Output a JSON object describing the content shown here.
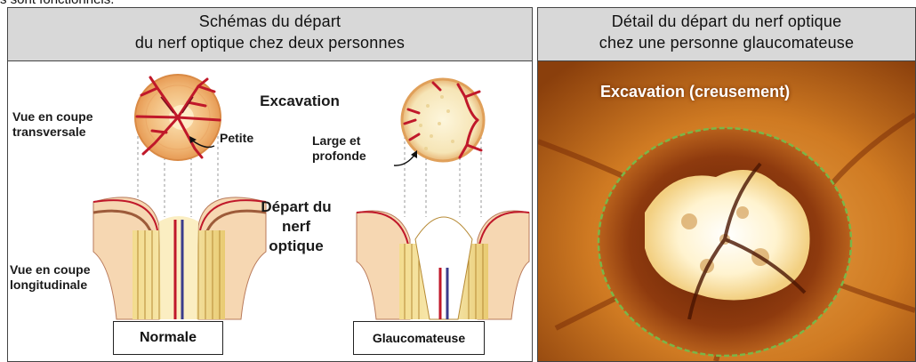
{
  "page": {
    "top_text": "s sont fonctionnels."
  },
  "left_panel": {
    "title_line1": "Schémas du départ",
    "title_line2": "du nerf optique chez deux personnes",
    "labels": {
      "vue_transversale": "Vue en coupe transversale",
      "vue_longitudinale": "Vue en coupe longitudinale",
      "excavation": "Excavation",
      "petite": "Petite",
      "large_profonde": "Large et profonde",
      "depart_nerf": "Départ du nerf optique"
    },
    "boxes": {
      "normale": "Normale",
      "glaucomateuse": "Glaucomateuse"
    }
  },
  "right_panel": {
    "title_line1": "Détail du départ du nerf optique",
    "title_line2": "chez une personne  glaucomateuse",
    "photo_label": "Excavation (creusement)"
  },
  "colors": {
    "header_bg": "#d8d8d8",
    "vessel_red": "#c0182a",
    "fundus_orange": "#d9892a",
    "rim_dark": "#7a2a08",
    "cup_white": "#fff7e0",
    "outline_green": "#7ab648"
  }
}
